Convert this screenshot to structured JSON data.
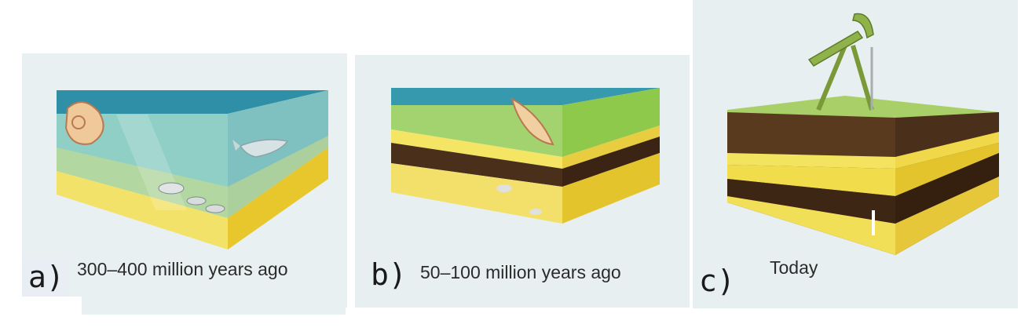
{
  "panels": [
    {
      "letter": "a)",
      "caption": "300–400 million years ago"
    },
    {
      "letter": "b)",
      "caption": "50–100 million years ago"
    },
    {
      "letter": "c)",
      "caption": "Today"
    }
  ],
  "colors": {
    "water": "#7fc7c8",
    "water_top": "#2e95a8",
    "sand": "#f1dc4c",
    "sand_side": "#e4c42c",
    "mud": "#4a2f1a",
    "grass": "#9cc24a",
    "pump": "#7a9a3a"
  }
}
